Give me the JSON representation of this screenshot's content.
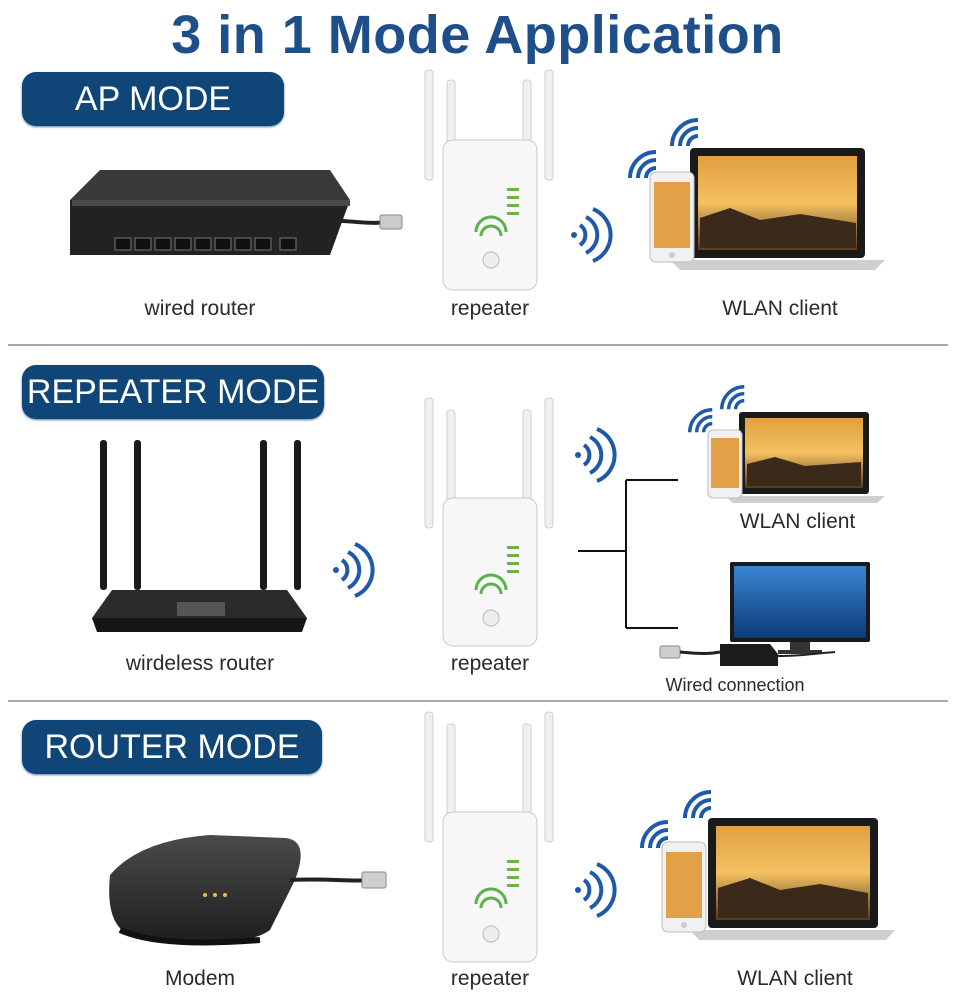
{
  "title": "3 in 1 Mode Application",
  "colors": {
    "badge": "#0f4577",
    "title": "#1f4f8a",
    "wifi": "#1e5aa8",
    "wifi_green": "#5ab34a"
  },
  "sections": [
    {
      "mode": "AP MODE",
      "left_label": "wired router",
      "center_label": "repeater",
      "right_label": "WLAN client"
    },
    {
      "mode": "REPEATER MODE",
      "left_label": "wirdeless router",
      "center_label": "repeater",
      "right_label": "WLAN client",
      "wired_label": "Wired connection"
    },
    {
      "mode": "ROUTER MODE",
      "left_label": "Modem",
      "center_label": "repeater",
      "right_label": "WLAN client"
    }
  ],
  "icons": [
    "wired-router-icon",
    "repeater-icon",
    "wifi-signal-icon",
    "laptop-icon",
    "phone-icon",
    "wireless-router-icon",
    "monitor-icon",
    "modem-icon",
    "ethernet-cable-icon"
  ]
}
